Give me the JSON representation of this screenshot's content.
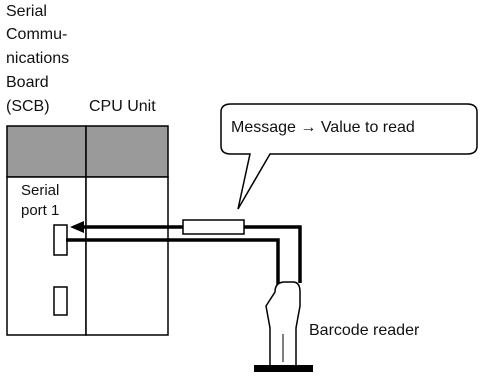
{
  "labels": {
    "scb": [
      "Serial",
      "Commu-",
      "nications",
      "Board",
      "(SCB)"
    ],
    "cpu_unit": "CPU Unit",
    "serial_port": [
      "Serial",
      "port 1"
    ],
    "callout": "Message → Value to read",
    "barcode_reader": "Barcode reader"
  },
  "colors": {
    "panel_top": "#9a9a9a",
    "line": "#000000",
    "background": "#ffffff"
  }
}
